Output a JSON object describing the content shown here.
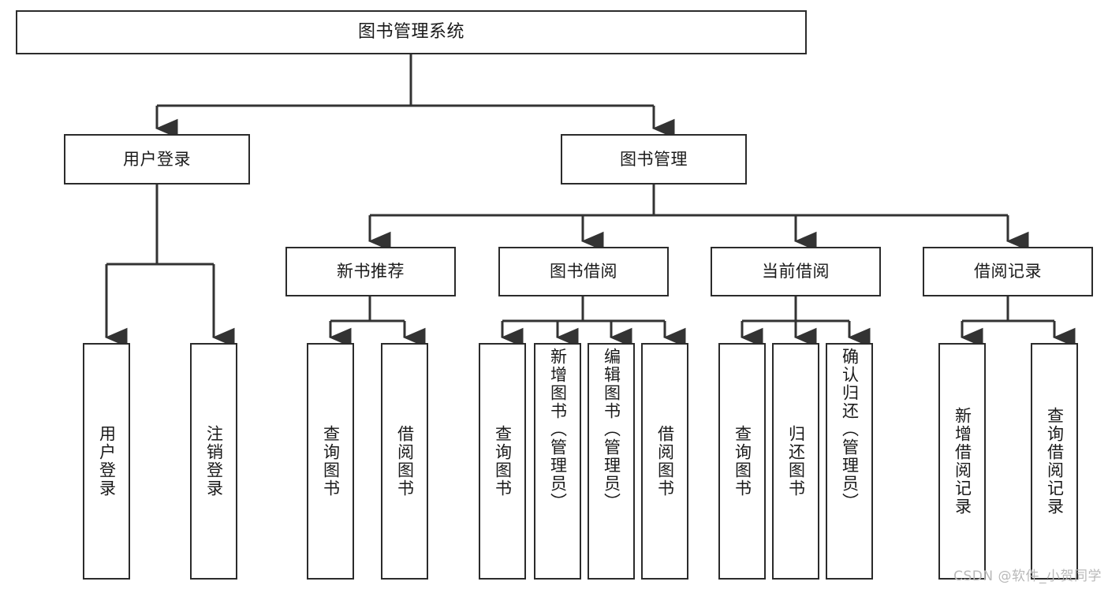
{
  "diagram": {
    "title": "图书管理系统",
    "type": "hierarchy-tree",
    "watermark": "CSDN @软件_小贺同学",
    "colors": {
      "box_border": "#2b2b2b",
      "box_fill": "#ffffff",
      "connector": "#333333",
      "text": "#1a1a1a",
      "watermark": "#b9b9b9",
      "background": "#ffffff"
    }
  },
  "nodes": {
    "root": {
      "label": "图书管理系统"
    },
    "level1": [
      {
        "id": "user-login",
        "label": "用户登录"
      },
      {
        "id": "book-management",
        "label": "图书管理"
      }
    ],
    "level2": [
      {
        "id": "new-book-recommend",
        "label": "新书推荐"
      },
      {
        "id": "book-borrow",
        "label": "图书借阅"
      },
      {
        "id": "current-borrow",
        "label": "当前借阅"
      },
      {
        "id": "borrow-record",
        "label": "借阅记录"
      }
    ],
    "leaves": {
      "user_login": [
        {
          "id": "leaf-user-login",
          "label": "用户登录"
        },
        {
          "id": "leaf-logout-login",
          "label": "注销登录"
        }
      ],
      "new_book_recommend": [
        {
          "id": "leaf-query-book-1",
          "label": "查询图书"
        },
        {
          "id": "leaf-borrow-book-1",
          "label": "借阅图书"
        }
      ],
      "book_borrow": [
        {
          "id": "leaf-query-book-2",
          "label": "查询图书"
        },
        {
          "id": "leaf-add-book",
          "label": "新增图书（管理员）"
        },
        {
          "id": "leaf-edit-book",
          "label": "编辑图书（管理员）"
        },
        {
          "id": "leaf-borrow-book-2",
          "label": "借阅图书"
        }
      ],
      "current_borrow": [
        {
          "id": "leaf-query-book-3",
          "label": "查询图书"
        },
        {
          "id": "leaf-return-book",
          "label": "归还图书"
        },
        {
          "id": "leaf-confirm-return",
          "label": "确认归还（管理员）"
        }
      ],
      "borrow_record": [
        {
          "id": "leaf-add-record",
          "label": "新增借阅记录"
        },
        {
          "id": "leaf-query-record",
          "label": "查询借阅记录"
        }
      ]
    }
  }
}
